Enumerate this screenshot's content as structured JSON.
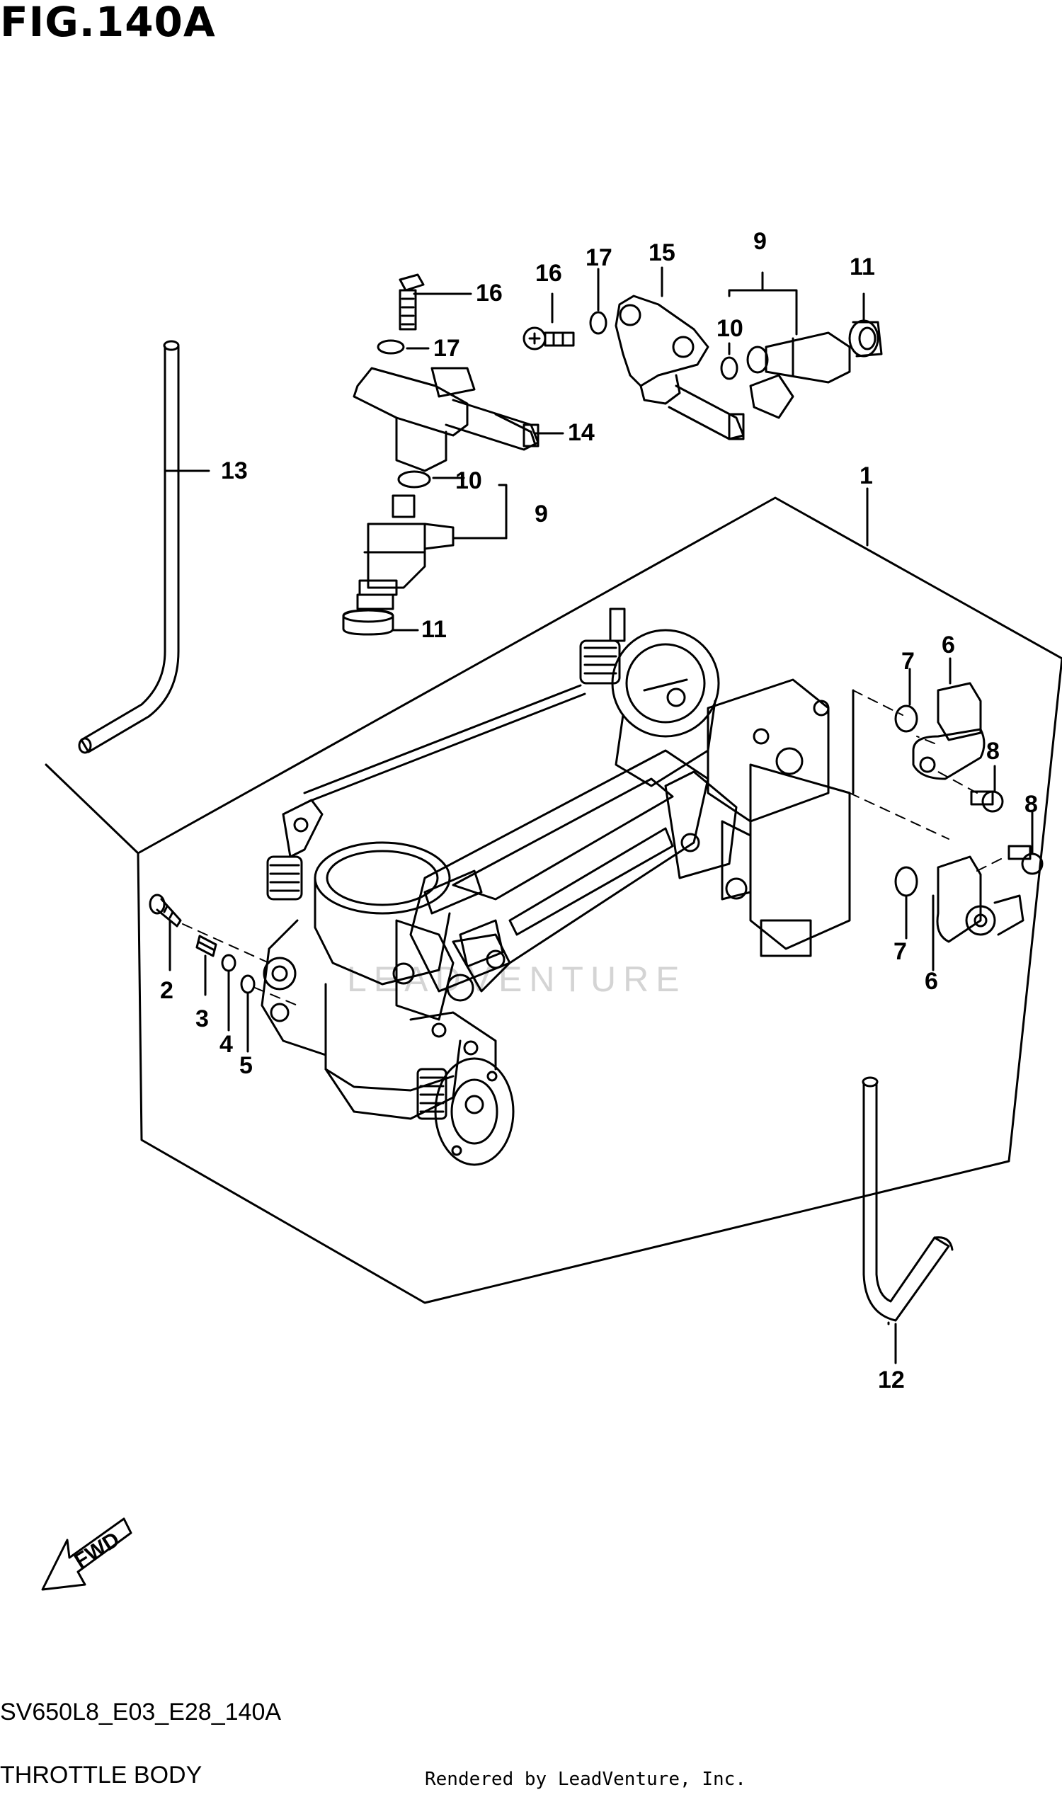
{
  "figure": {
    "title": "FIG.140A",
    "diagram_code": "SV650L8_E03_E28_140A",
    "diagram_name": "THROTTLE BODY",
    "credit": "Rendered by LeadVenture, Inc.",
    "watermark": "LEADVENTURE",
    "fwd_label": "FWD"
  },
  "callouts": {
    "c1": "1",
    "c2": "2",
    "c3": "3",
    "c4": "4",
    "c5": "5",
    "c6a": "6",
    "c6b": "6",
    "c7a": "7",
    "c7b": "7",
    "c8a": "8",
    "c8b": "8",
    "c9a": "9",
    "c9b": "9",
    "c10a": "10",
    "c10b": "10",
    "c11a": "11",
    "c11b": "11",
    "c12": "12",
    "c13": "13",
    "c14": "14",
    "c15": "15",
    "c16a": "16",
    "c16b": "16",
    "c17a": "17",
    "c17b": "17"
  }
}
